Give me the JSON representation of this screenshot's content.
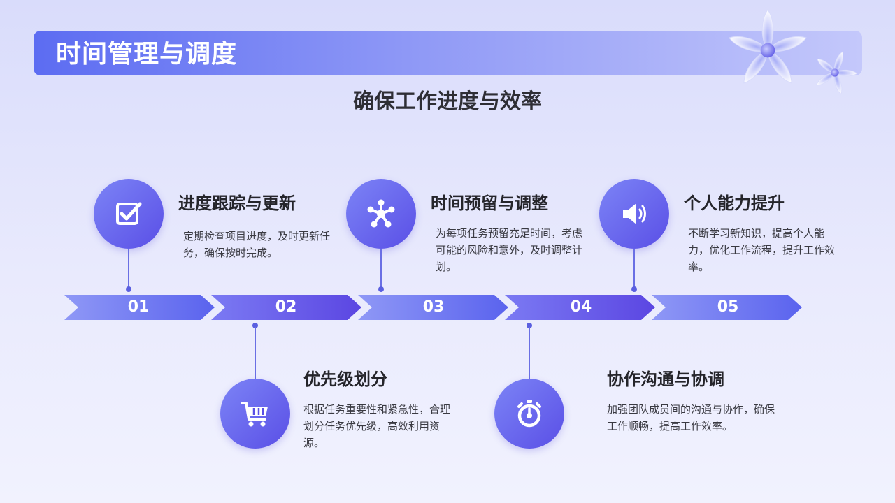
{
  "header": {
    "title": "时间管理与调度",
    "subtitle": "确保工作进度与效率"
  },
  "timeline": {
    "steps": [
      "01",
      "02",
      "03",
      "04",
      "05"
    ]
  },
  "items": [
    {
      "icon": "checkbox-icon",
      "title": "进度跟踪与更新",
      "desc": "定期检查项目进度，及时更新任务，确保按时完成。"
    },
    {
      "icon": "cart-icon",
      "title": "优先级划分",
      "desc": "根据任务重要性和紧急性，合理划分任务优先级，高效利用资源。"
    },
    {
      "icon": "network-icon",
      "title": "时间预留与调整",
      "desc": "为每项任务预留充足时间，考虑可能的风险和意外，及时调整计划。"
    },
    {
      "icon": "stopwatch-icon",
      "title": "协作沟通与协调",
      "desc": "加强团队成员间的沟通与协作，确保工作顺畅，提高工作效率。"
    },
    {
      "icon": "speaker-icon",
      "title": "个人能力提升",
      "desc": "不断学习新知识，提高个人能力，优化工作流程，提升工作效率。"
    }
  ],
  "colors": {
    "accent": "#5a4fe6",
    "accent_light": "#7c84f6",
    "title_bar_start": "#5c6cf2",
    "text_dark": "#25252b"
  }
}
